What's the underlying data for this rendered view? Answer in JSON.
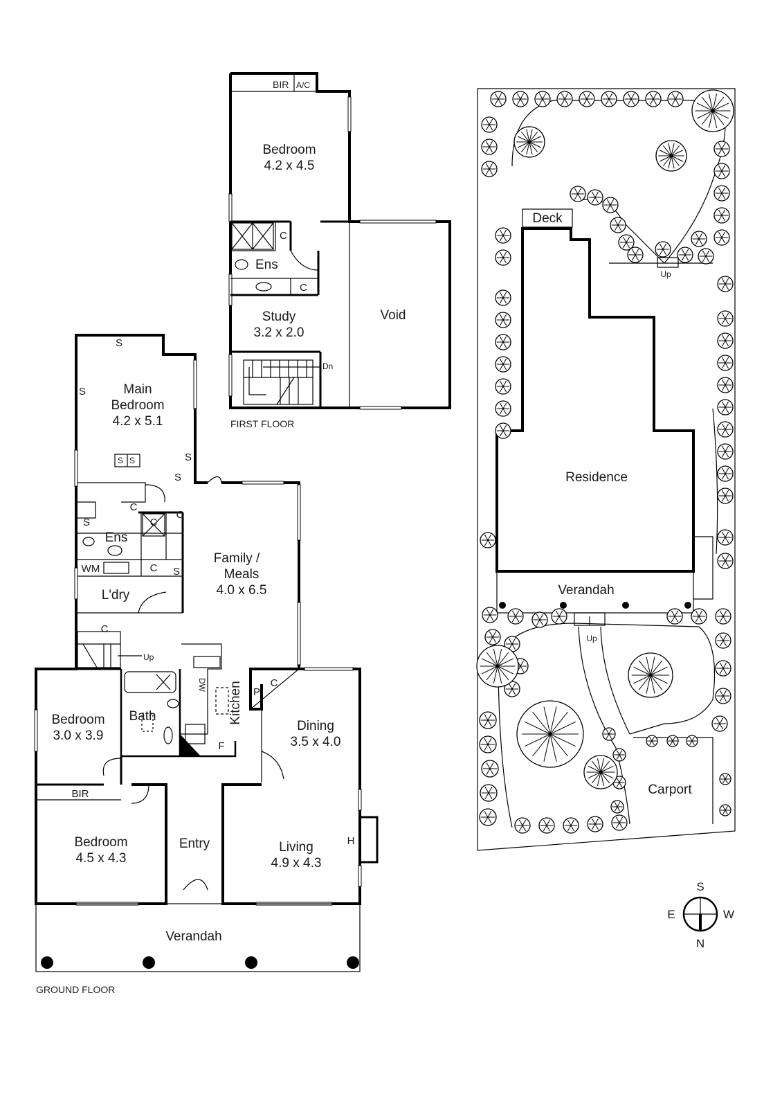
{
  "ground_floor": {
    "caption": "GROUND FLOOR",
    "rooms": {
      "main_bedroom": {
        "name_line1": "Main",
        "name_line2": "Bedroom",
        "size": "4.2 x 5.1"
      },
      "ensuite": {
        "name": "Ens"
      },
      "laundry": {
        "name": "L'dry"
      },
      "family_meals": {
        "name_line1": "Family /",
        "name_line2": "Meals",
        "size": "4.0 x 6.5"
      },
      "bedroom_2": {
        "name": "Bedroom",
        "size": "3.0 x 3.9"
      },
      "bath": {
        "name": "Bath"
      },
      "kitchen": {
        "name": "Kitchen"
      },
      "dining": {
        "name": "Dining",
        "size": "3.5 x 4.0"
      },
      "bedroom_3": {
        "name": "Bedroom",
        "size": "4.5 x 4.3"
      },
      "entry": {
        "name": "Entry"
      },
      "living": {
        "name": "Living",
        "size": "4.9 x 4.3"
      },
      "verandah": {
        "name": "Verandah"
      }
    },
    "fixtures": {
      "shelf": "S",
      "cupboard": "C",
      "washing_machine": "WM",
      "built_in_robe": "BIR",
      "pantry": "P",
      "fridge": "F",
      "dishwasher": "DW",
      "hearth": "H",
      "stairs_up": "Up"
    }
  },
  "first_floor": {
    "caption": "FIRST FLOOR",
    "rooms": {
      "bedroom": {
        "name": "Bedroom",
        "size": "4.2 x 4.5"
      },
      "ensuite": {
        "name": "Ens"
      },
      "study": {
        "name": "Study",
        "size": "3.2 x 2.0"
      },
      "void": {
        "name": "Void"
      }
    },
    "fixtures": {
      "built_in_robe": "BIR",
      "air_con": "A/C",
      "cupboard": "C",
      "stairs_down": "Dn"
    }
  },
  "site_plan": {
    "deck": "Deck",
    "residence": "Residence",
    "verandah": "Verandah",
    "carport": "Carport",
    "steps_up": "Up"
  },
  "compass": {
    "north": "N",
    "south": "S",
    "east": "E",
    "west": "W"
  }
}
